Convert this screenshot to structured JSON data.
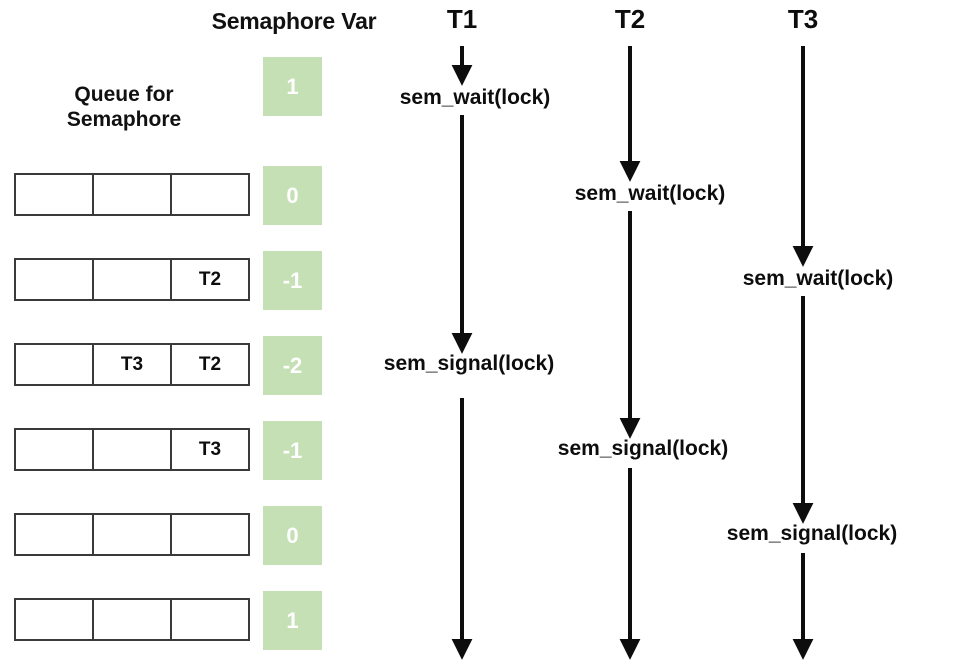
{
  "diagram": {
    "title_semaphore_var": "Semaphore Var",
    "title_queue": "Queue for\nSemaphore",
    "colors": {
      "chip_green": "#c5e0b4",
      "chip_text": "#ffffff",
      "line": "#0d0d0d",
      "box_border": "#3a3a3a",
      "background": "#ffffff"
    }
  },
  "semaphore_values": [
    {
      "value": "1"
    },
    {
      "value": "0"
    },
    {
      "value": "-1"
    },
    {
      "value": "-2"
    },
    {
      "value": "-1"
    },
    {
      "value": "0"
    },
    {
      "value": "1"
    }
  ],
  "queue_rows": [
    {
      "cells": [
        "",
        "",
        ""
      ]
    },
    {
      "cells": [
        "",
        "",
        "T2"
      ]
    },
    {
      "cells": [
        "",
        "T3",
        "T2"
      ]
    },
    {
      "cells": [
        "",
        "",
        "T3"
      ]
    },
    {
      "cells": [
        "",
        "",
        ""
      ]
    },
    {
      "cells": [
        "",
        "",
        ""
      ]
    }
  ],
  "threads": [
    {
      "name": "T1",
      "calls": [
        {
          "label": "sem_wait(lock)"
        },
        {
          "label": "sem_signal(lock)"
        }
      ]
    },
    {
      "name": "T2",
      "calls": [
        {
          "label": "sem_wait(lock)"
        },
        {
          "label": "sem_signal(lock)"
        }
      ]
    },
    {
      "name": "T3",
      "calls": [
        {
          "label": "sem_wait(lock)"
        },
        {
          "label": "sem_signal(lock)"
        }
      ]
    }
  ]
}
